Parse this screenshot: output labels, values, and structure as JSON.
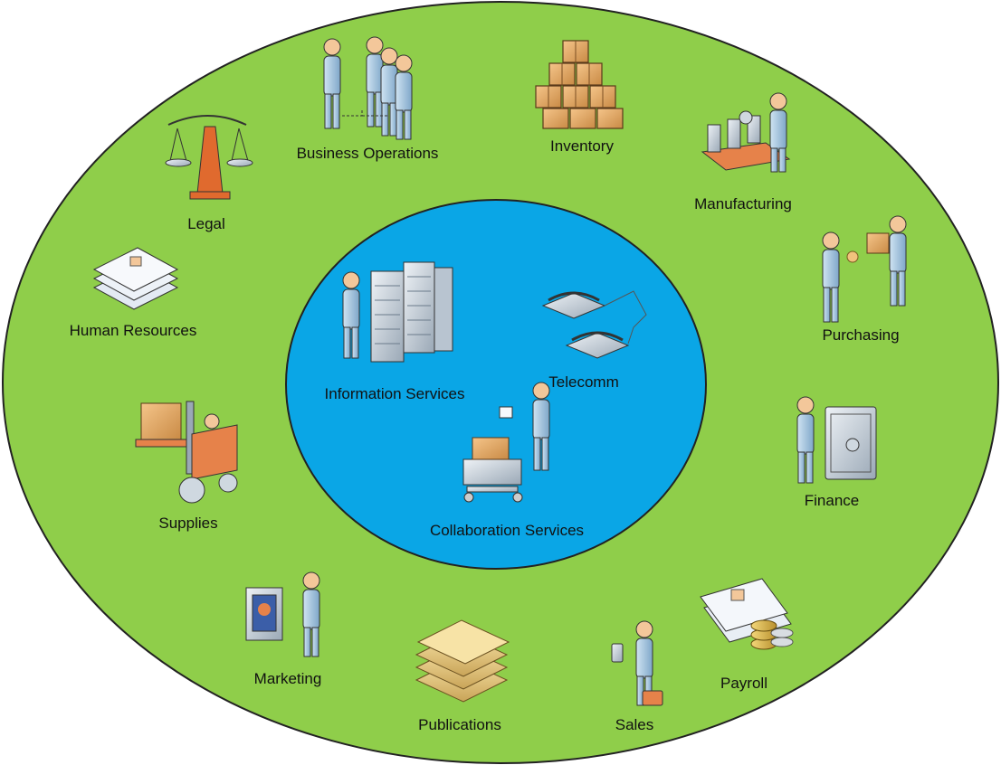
{
  "colors": {
    "outer_ring": "#8fce4a",
    "inner_circle": "#0aa6e6",
    "stroke": "#222222"
  },
  "outer_departments": [
    {
      "label": "Business Operations",
      "icon": "people-group-icon"
    },
    {
      "label": "Inventory",
      "icon": "boxes-icon"
    },
    {
      "label": "Manufacturing",
      "icon": "assembly-line-icon"
    },
    {
      "label": "Purchasing",
      "icon": "handshake-exchange-icon"
    },
    {
      "label": "Finance",
      "icon": "safe-icon"
    },
    {
      "label": "Payroll",
      "icon": "documents-coins-icon"
    },
    {
      "label": "Sales",
      "icon": "salesperson-briefcase-icon"
    },
    {
      "label": "Publications",
      "icon": "books-stack-icon"
    },
    {
      "label": "Marketing",
      "icon": "presentation-icon"
    },
    {
      "label": "Supplies",
      "icon": "forklift-icon"
    },
    {
      "label": "Human Resources",
      "icon": "resume-stack-icon"
    },
    {
      "label": "Legal",
      "icon": "scales-icon"
    }
  ],
  "inner_services": [
    {
      "label": "Information Services",
      "icon": "server-rack-icon"
    },
    {
      "label": "Telecomm",
      "icon": "telephone-icon"
    },
    {
      "label": "Collaboration Services",
      "icon": "mail-cart-icon"
    }
  ]
}
